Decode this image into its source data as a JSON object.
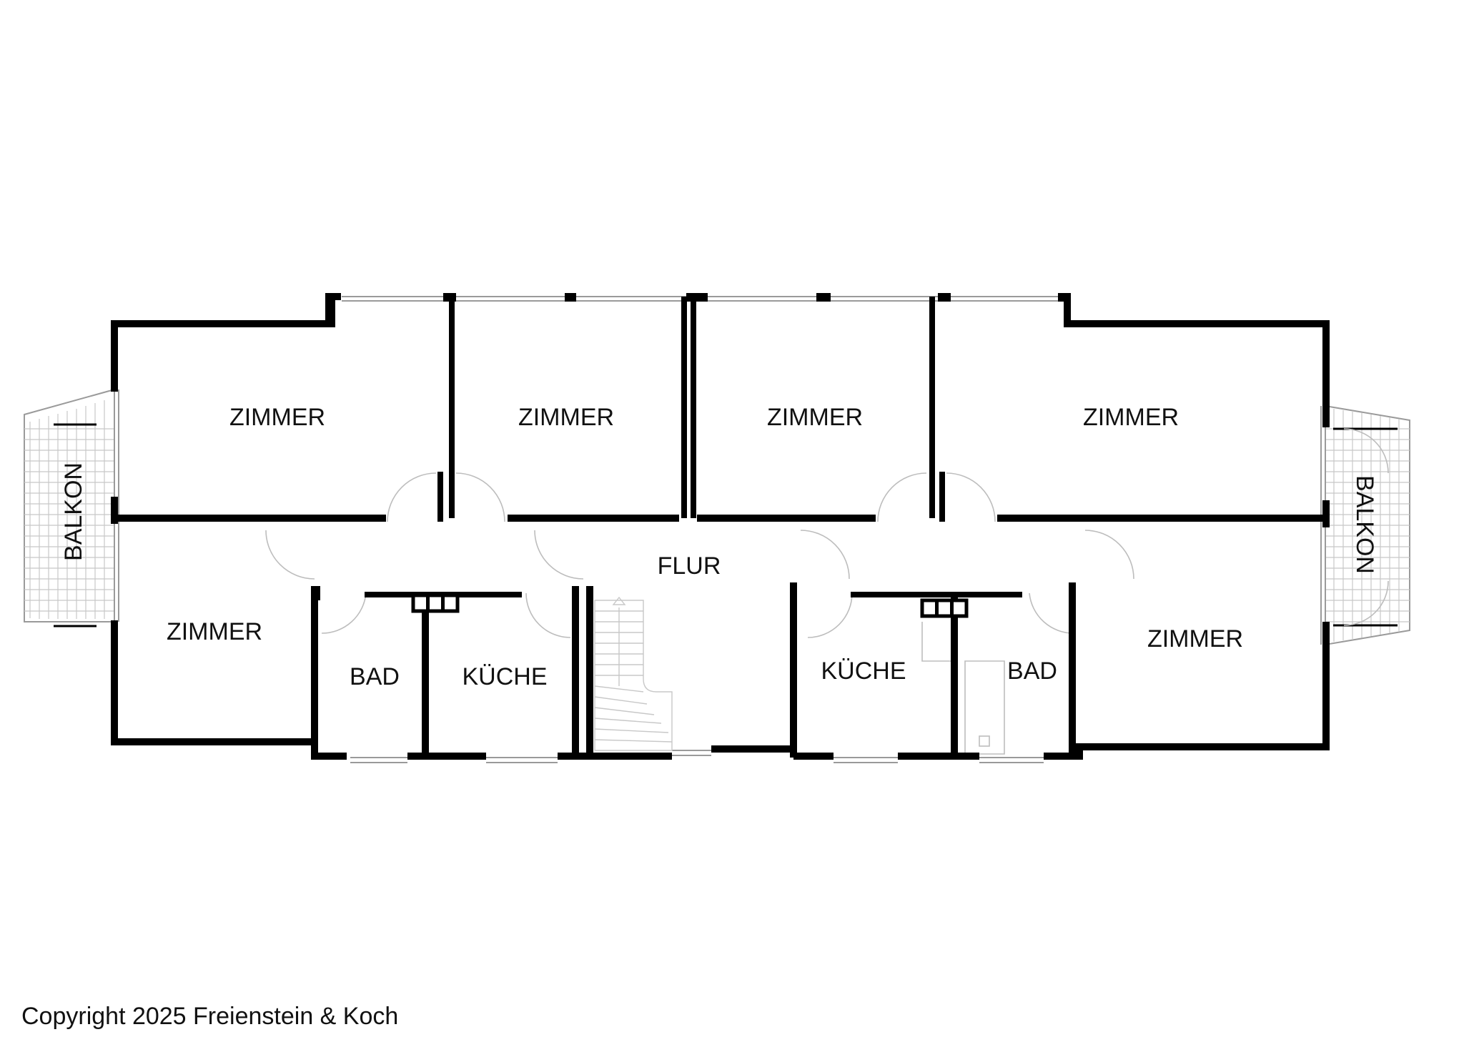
{
  "plan": {
    "colors": {
      "wall": "#000000",
      "thin": "#bdbdbd",
      "text": "#111111",
      "background": "#ffffff"
    },
    "labels": {
      "zimmer_1": "ZIMMER",
      "zimmer_2": "ZIMMER",
      "zimmer_3": "ZIMMER",
      "zimmer_4": "ZIMMER",
      "zimmer_5": "ZIMMER",
      "zimmer_6": "ZIMMER",
      "flur": "FLUR",
      "bad_left": "BAD",
      "kueche_left": "KÜCHE",
      "kueche_right": "KÜCHE",
      "bad_right": "BAD",
      "balkon_left": "BALKON",
      "balkon_right": "BALKON"
    }
  },
  "footer": {
    "copyright": "Copyright 2025 Freienstein & Koch"
  }
}
